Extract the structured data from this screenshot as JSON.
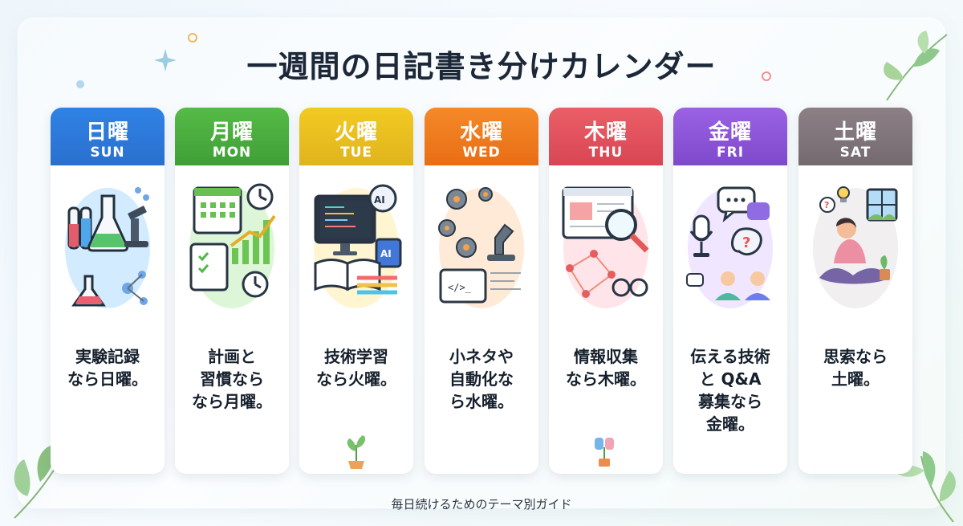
{
  "title": "一週間の日記書き分けカレンダー",
  "footer": "毎日続けるためのテーマ別ガイド",
  "days": [
    {
      "jp": "日曜",
      "en": "SUN",
      "color": "#2c78d6",
      "icon": "science-lab-icon",
      "caption": [
        "実験記録",
        "なら日曜。"
      ]
    },
    {
      "jp": "月曜",
      "en": "MON",
      "color": "#43a73b",
      "icon": "planning-chart-icon",
      "caption": [
        "計画と",
        "習慣なら",
        "なら月曜。"
      ]
    },
    {
      "jp": "火曜",
      "en": "TUE",
      "color": "#e7bf1f",
      "icon": "tech-ai-book-icon",
      "caption": [
        "技術学習",
        "なら火曜。"
      ]
    },
    {
      "jp": "水曜",
      "en": "WED",
      "color": "#f07a1c",
      "icon": "automation-gear-icon",
      "caption": [
        "小ネタや",
        "自動化な",
        "ら水曜。"
      ]
    },
    {
      "jp": "木曜",
      "en": "THU",
      "color": "#e2525e",
      "icon": "research-magnifier-icon",
      "caption": [
        "情報収集",
        "なら木曜。"
      ]
    },
    {
      "jp": "金曜",
      "en": "FRI",
      "color": "#8c57d6",
      "icon": "communication-qa-icon",
      "caption": [
        "伝える技術",
        "と Q&A",
        "募集なら",
        "金曜。"
      ]
    },
    {
      "jp": "土曜",
      "en": "SAT",
      "color": "#7e7479",
      "icon": "meditation-thinking-icon",
      "caption": [
        "思索なら",
        "土曜。"
      ]
    }
  ]
}
